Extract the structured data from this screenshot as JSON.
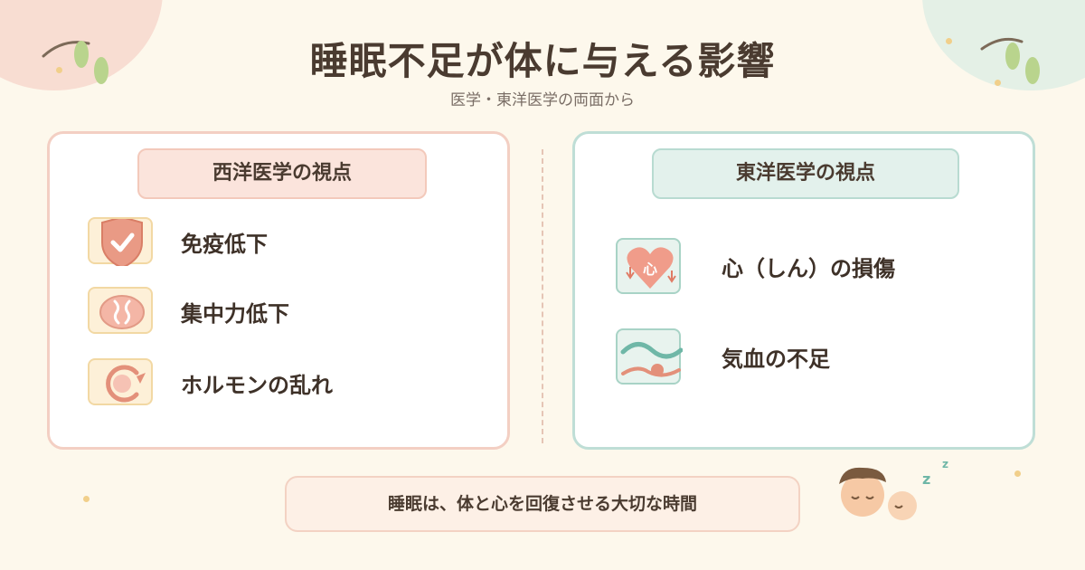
{
  "title": "睡眠不足が体に与える影響",
  "subtitle": "医学・東洋医学の両面から",
  "western": {
    "heading": "西洋医学の視点",
    "items": [
      {
        "label": "免疫低下",
        "icon": "shield-check-icon"
      },
      {
        "label": "集中力低下",
        "icon": "brain-icon"
      },
      {
        "label": "ホルモンの乱れ",
        "icon": "cycle-arrow-icon"
      }
    ]
  },
  "eastern": {
    "heading": "東洋医学の視点",
    "items": [
      {
        "label": "心（しん）の損傷",
        "icon": "heart-arrow-icon",
        "icon_text": "心"
      },
      {
        "label": "気血の不足",
        "icon": "qi-blood-flow-icon"
      }
    ]
  },
  "footer": "睡眠は、体と心を回復させる大切な時間",
  "sleep_marks": {
    "big": "z",
    "small": "z"
  },
  "colors": {
    "background": "#fdf8ec",
    "western_accent": "#e99a85",
    "eastern_accent": "#6fb7a7",
    "text": "#4a3b30"
  }
}
